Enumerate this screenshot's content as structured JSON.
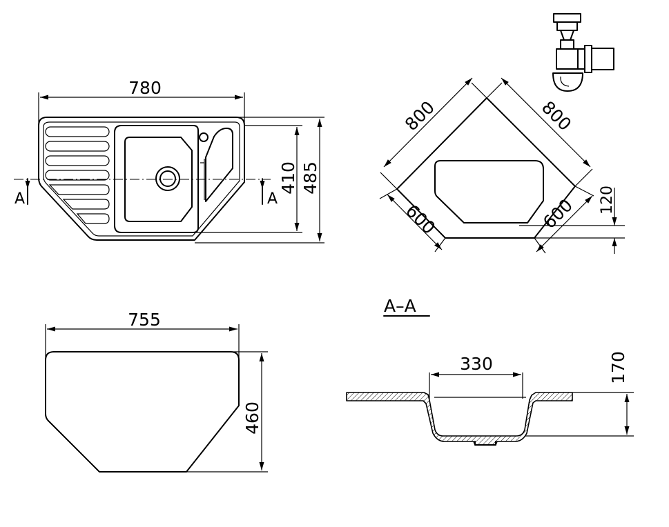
{
  "top_view": {
    "width_label": "780",
    "bowl_depth_label": "410",
    "total_depth_label": "485",
    "section_mark_left": "A",
    "section_mark_right": "A"
  },
  "plan_view": {
    "side_left_label": "800",
    "side_right_label": "800",
    "short_left_label": "600",
    "short_right_label": "600",
    "offset_label": "120"
  },
  "cutout_view": {
    "width_label": "755",
    "depth_label": "460"
  },
  "section_view": {
    "title": "A–A",
    "bowl_width_label": "330",
    "depth_label": "170"
  },
  "icons": {
    "siphon": "siphon-icon"
  }
}
